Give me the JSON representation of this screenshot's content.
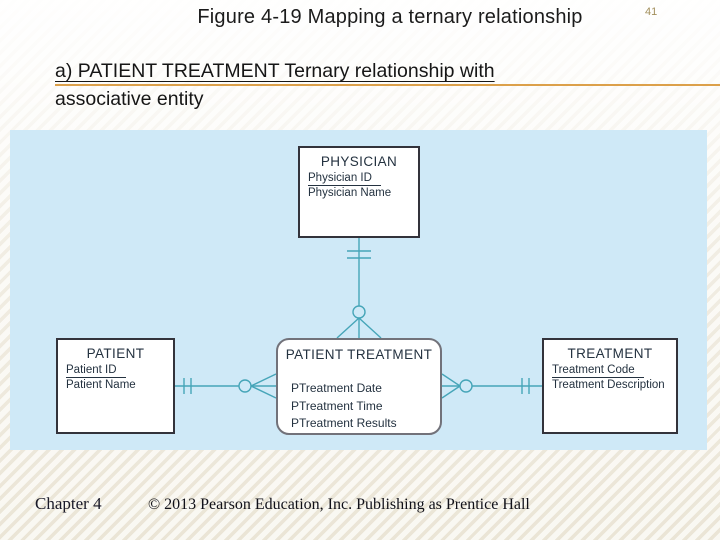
{
  "slide": {
    "page_number": "41",
    "title": "Figure 4-19 Mapping a ternary relationship",
    "subtitle_line1": "a) PATIENT TREATMENT Ternary relationship with",
    "subtitle_line2": "associative entity",
    "footer_chapter": "Chapter 4",
    "footer_copyright": "© 2013 Pearson Education, Inc.  Publishing as Prentice Hall"
  },
  "colors": {
    "accent_rule": "#dca04a",
    "page_number": "#a28f5c",
    "panel_blue": "#cfe9f7",
    "connector_teal": "#46a5b8",
    "entity_text": "#243240",
    "entity_border_dark": "#33333b",
    "entity_border_gray": "#72727a"
  },
  "diagram": {
    "entities": {
      "physician": {
        "name": "PHYSICIAN",
        "shape": "rectangle",
        "attributes": [
          {
            "label": "Physician ID",
            "key": true
          },
          {
            "label": "Physician Name",
            "key": false
          }
        ]
      },
      "patient": {
        "name": "PATIENT",
        "shape": "rectangle",
        "attributes": [
          {
            "label": "Patient ID",
            "key": true
          },
          {
            "label": "Patient Name",
            "key": false
          }
        ]
      },
      "patient_treatment": {
        "name": "PATIENT TREATMENT",
        "shape": "rounded-rectangle (associative entity)",
        "attributes": [
          {
            "label": "PTreatment Date",
            "key": false
          },
          {
            "label": "PTreatment Time",
            "key": false
          },
          {
            "label": "PTreatment Results",
            "key": false
          }
        ]
      },
      "treatment": {
        "name": "TREATMENT",
        "shape": "rectangle",
        "attributes": [
          {
            "label": "Treatment Code",
            "key": true
          },
          {
            "label": "Treatment Description",
            "key": false
          }
        ]
      }
    },
    "relationships": [
      {
        "from": "PHYSICIAN",
        "to": "PATIENT TREATMENT",
        "from_end": "mandatory one (||)",
        "to_end": "optional many (o<)"
      },
      {
        "from": "PATIENT",
        "to": "PATIENT TREATMENT",
        "from_end": "mandatory one (||)",
        "to_end": "optional many (o<)"
      },
      {
        "from": "TREATMENT",
        "to": "PATIENT TREATMENT",
        "from_end": "mandatory one (||)",
        "to_end": "optional many (o<)"
      }
    ]
  }
}
